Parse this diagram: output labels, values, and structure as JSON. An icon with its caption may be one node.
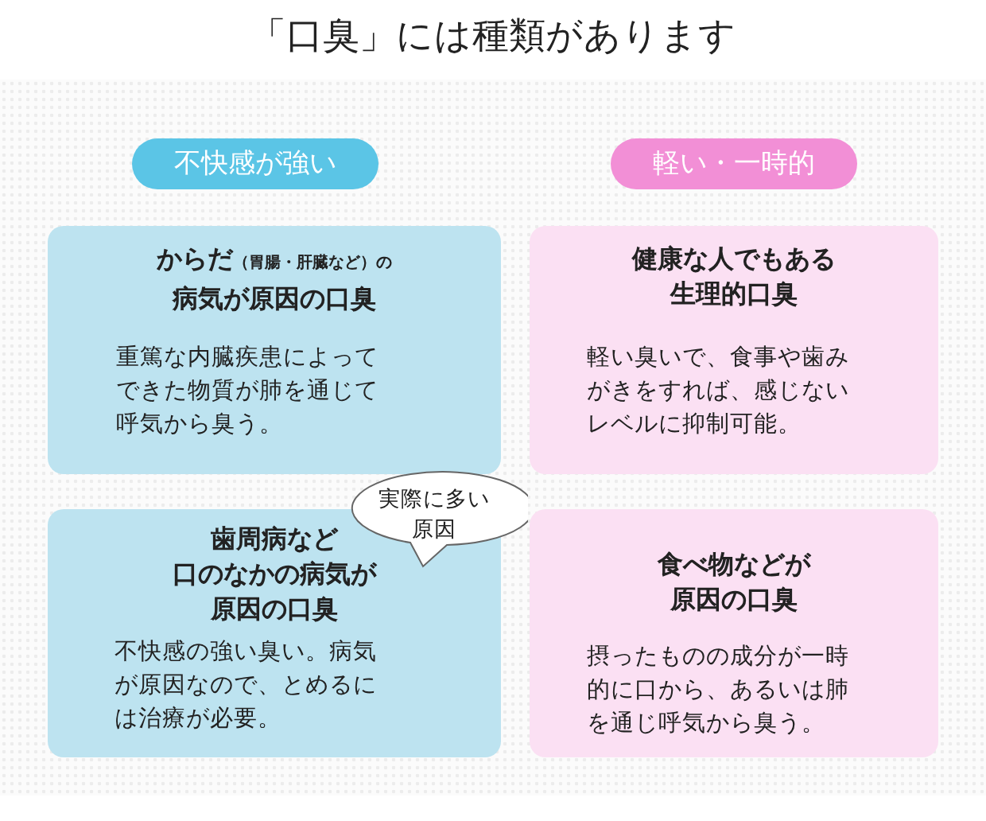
{
  "diagram": {
    "title": "「口臭」には種類があります",
    "nodes": [
      {
        "text": [
          "不快感が強い"
        ]
      },
      {
        "text": [
          "軽い・一時的"
        ]
      },
      {
        "text": [
          "からだ（胃腸・肝臓など）の病気が原因の口臭",
          "重篤な内臓疾患によってできた物質が肺を通じて呼気から臭う。"
        ]
      },
      {
        "text": [
          "健康な人でもある生理的口臭",
          "軽い臭いで、食事や歯みがきをすれば、感じないレベルに抑制可能。"
        ]
      },
      {
        "text": [
          "歯周病など口のなかの病気が原因の口臭",
          "不快感の強い臭い。病気が原因なので、とめるには治療が必要。"
        ]
      },
      {
        "text": [
          "実際に多い原因"
        ]
      },
      {
        "text": [
          "食べ物などが原因の口臭",
          "摂ったものの成分が一時的に口から、あるいは肺を通じ呼気から臭う。"
        ]
      }
    ]
  }
}
